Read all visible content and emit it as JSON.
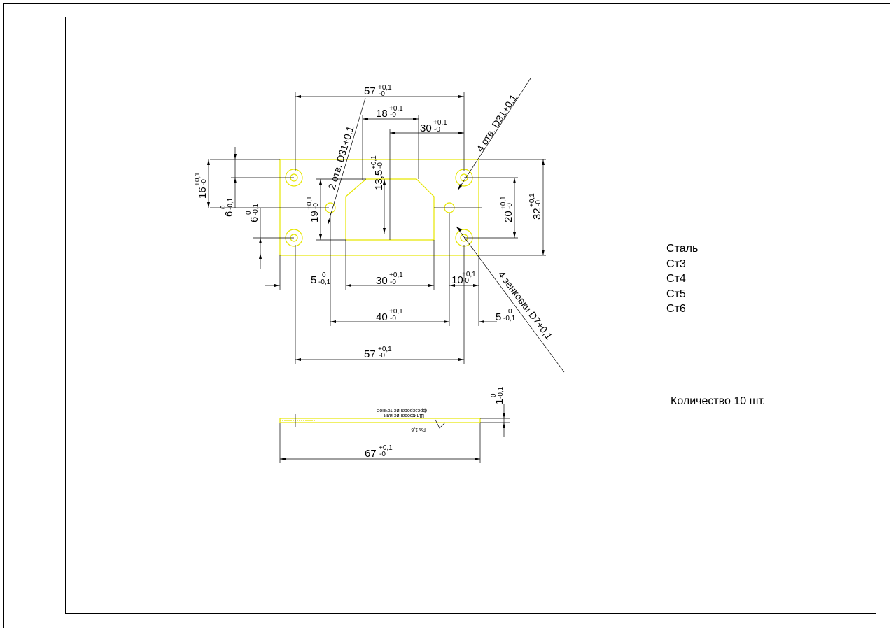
{
  "materials": {
    "heading": "Сталь",
    "grades": [
      "Ст3",
      "Ст4",
      "Ст5",
      "Ст6"
    ]
  },
  "quantity_note": "Количество 10 шт.",
  "colors": {
    "part_outline": "#e6e600",
    "dimension_lines": "#000000",
    "frame": "#000000"
  },
  "dimensions": {
    "top_overall": {
      "value": "57",
      "upper": "+0,1",
      "lower": "-0"
    },
    "slot_top": {
      "value": "18",
      "upper": "+0,1",
      "lower": "-0"
    },
    "slot_width_upper": {
      "value": "30",
      "upper": "+0,1",
      "lower": "-0"
    },
    "slot_depth": {
      "value": "13,5",
      "upper": "+0,1",
      "lower": "-0"
    },
    "left_hole_pitch": {
      "value": "16",
      "upper": "+0,1",
      "lower": "-0"
    },
    "left_offset_a": {
      "value": "6",
      "upper": "0",
      "lower": "-0,1"
    },
    "left_offset_b": {
      "value": "6",
      "upper": "0",
      "lower": "-0,1"
    },
    "slot_height": {
      "value": "19",
      "upper": "+0,1",
      "lower": "-0"
    },
    "right_hole_pitch": {
      "value": "20",
      "upper": "+0,1",
      "lower": "-0"
    },
    "overall_height": {
      "value": "32",
      "upper": "+0,1",
      "lower": "-0"
    },
    "left_edge": {
      "value": "5",
      "upper": "0",
      "lower": "-0,1"
    },
    "slot_bottom": {
      "value": "30",
      "upper": "+0,1",
      "lower": "-0"
    },
    "right_gap": {
      "value": "10",
      "upper": "+0,1",
      "lower": "-0"
    },
    "hole_span": {
      "value": "40",
      "upper": "+0,1",
      "lower": "-0"
    },
    "right_edge": {
      "value": "5",
      "upper": "0",
      "lower": "-0,1"
    },
    "bottom_overall": {
      "value": "57",
      "upper": "+0,1",
      "lower": "-0"
    },
    "side_length": {
      "value": "67",
      "upper": "+0,1",
      "lower": "-0"
    },
    "thickness": {
      "value": "1",
      "upper": "0",
      "lower": "-0,1"
    }
  },
  "leaders": {
    "left_holes": "2 отв. D31+0,1",
    "right_holes": "4 отв. D31+0,1",
    "countersinks": "4 зенковки D7+0,1"
  },
  "side_view_note": {
    "roughness": "Ra 1,6",
    "line1": "Шлифование или",
    "line2": "фрезерование точное"
  }
}
